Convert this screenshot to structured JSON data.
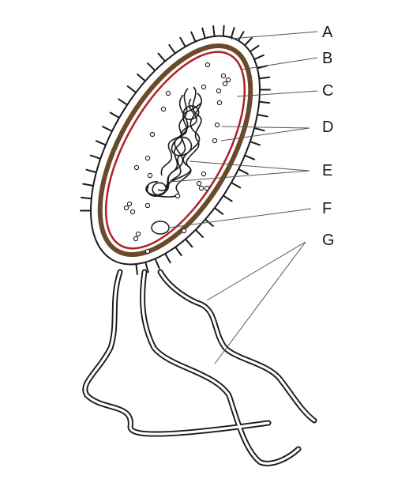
{
  "labels": {
    "a": "A",
    "b": "B",
    "c": "C",
    "d": "D",
    "e": "E",
    "f": "F",
    "g": "G"
  },
  "colors": {
    "outline": "#1a1a1a",
    "cell_wall": "#6b4a2a",
    "cell_membrane": "#b0202a",
    "leader_line": "#555555",
    "background": "#ffffff"
  }
}
